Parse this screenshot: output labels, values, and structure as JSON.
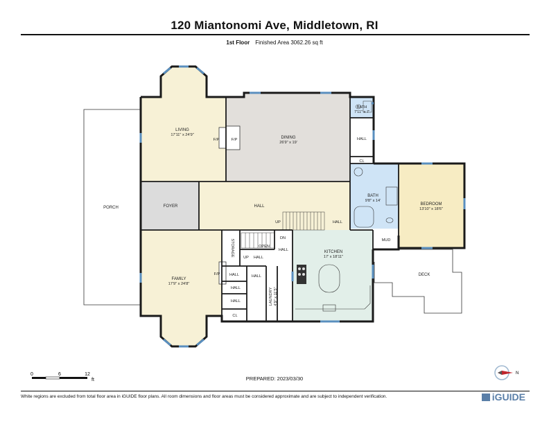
{
  "header": {
    "title": "120 Miantonomi Ave, Middletown, RI",
    "floor_label": "1st Floor",
    "area_text": "Finished Area 3062.26 sq ft"
  },
  "rooms": {
    "living": {
      "name": "LIVING",
      "dims": "17'11\" x 24'9\""
    },
    "dining": {
      "name": "DINING",
      "dims": "26'9\" x 19'"
    },
    "bath_top": {
      "name": "BATH",
      "dims": "7'11\" x 7'"
    },
    "hall_top": "HALL",
    "cl_top": "CL",
    "porch": "PORCH",
    "foyer": "FOYER",
    "hall_main": "HALL",
    "up_main": "UP",
    "hall_right": "HALL",
    "bath": {
      "name": "BATH",
      "dims": "9'8\" x 14'"
    },
    "bedroom": {
      "name": "BEDROOM",
      "dims": "13'10\" x 18'6\""
    },
    "mud": "MUD",
    "deck": "DECK",
    "storage": "STORAGE",
    "open": "OPEN",
    "dn": "DN",
    "hall_stair": "HALL",
    "up_stair": "UP",
    "hall_mid": "HALL",
    "kitchen": {
      "name": "KITCHEN",
      "dims": "17' x 18'11\""
    },
    "family": {
      "name": "FAMILY",
      "dims": "17'9\" x 24'8\""
    },
    "fp_living": "F/P",
    "fp_dining": "F/P",
    "fp_family": "F/P",
    "hall_a": "HALL",
    "hall_b": "HALL",
    "hall_c": "HALL",
    "hall_d": "HALL",
    "cl_bottom": "CL",
    "laundry": {
      "name": "LAUNDRY",
      "dims": "4'9\" x 11'5\""
    }
  },
  "scale": {
    "t0": "0",
    "t1": "6",
    "t2": "12",
    "unit": "ft"
  },
  "footer": {
    "prepared": "PREPARED:  2023/03/30",
    "disclaimer": "White regions are excluded from total floor area in iGUIDE floor plans. All room dimensions and floor areas must be considered approximate and are subject to independent verification.",
    "brand": "iGUIDE",
    "compass": "N"
  },
  "colors": {
    "living": "#f7f1d6",
    "dining": "#e2dfdb",
    "foyer": "#dcdcdc",
    "hall": "#f7f1d6",
    "bath": "#cfe4f6",
    "bedroom": "#f7ecc3",
    "kitchen": "#e2efe9",
    "family": "#f7f1d6",
    "window": "#5a8fbf",
    "wall": "#1a1a1a"
  }
}
